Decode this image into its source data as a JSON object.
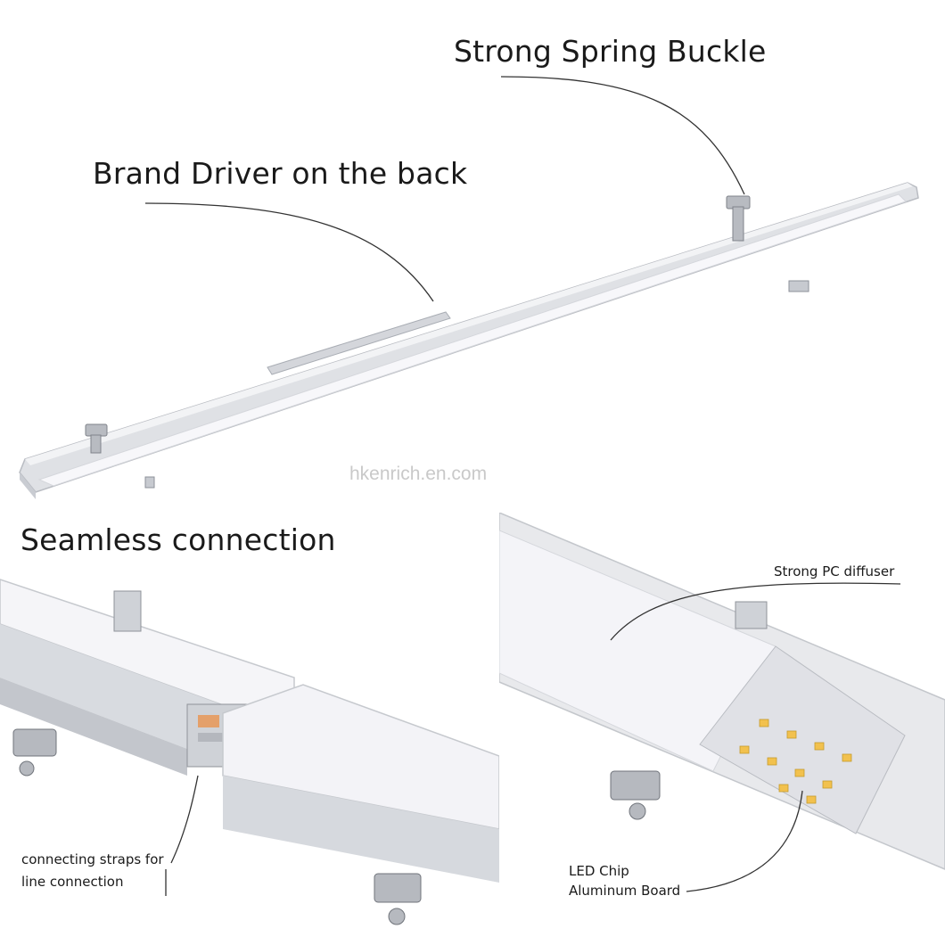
{
  "callouts": {
    "spring_buckle": "Strong Spring Buckle",
    "brand_driver": "Brand Driver on the back",
    "seamless": "Seamless connection",
    "connecting_straps_line1": "connecting straps for",
    "connecting_straps_line2": "line connection",
    "pc_diffuser": "Strong PC diffuser",
    "led_chip": "LED Chip",
    "aluminum_board": "Aluminum Board"
  },
  "watermark": "hkenrich.en.com",
  "colors": {
    "frame": "#e6e7ea",
    "diffuser": "#f4f4f8",
    "led": "#f2c14e",
    "board": "#dcdde2"
  }
}
